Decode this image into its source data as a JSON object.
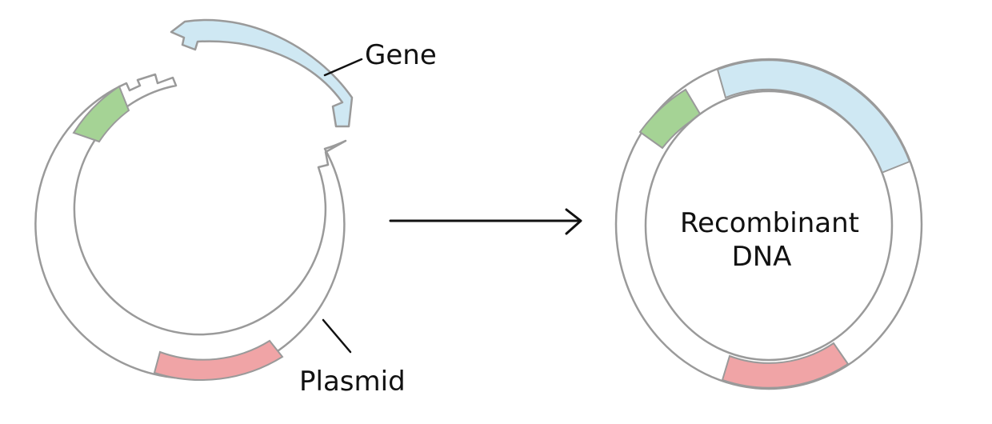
{
  "labels": {
    "gene": "Gene",
    "plasmid": "Plasmid",
    "recombinant_line1": "Recombinant",
    "recombinant_line2": "DNA"
  },
  "colors": {
    "gene_segment": "#cfe8f3",
    "marker_green": "#a5d395",
    "marker_red": "#f0a4a6",
    "outline": "#9a9a9a",
    "ink": "#111111"
  }
}
